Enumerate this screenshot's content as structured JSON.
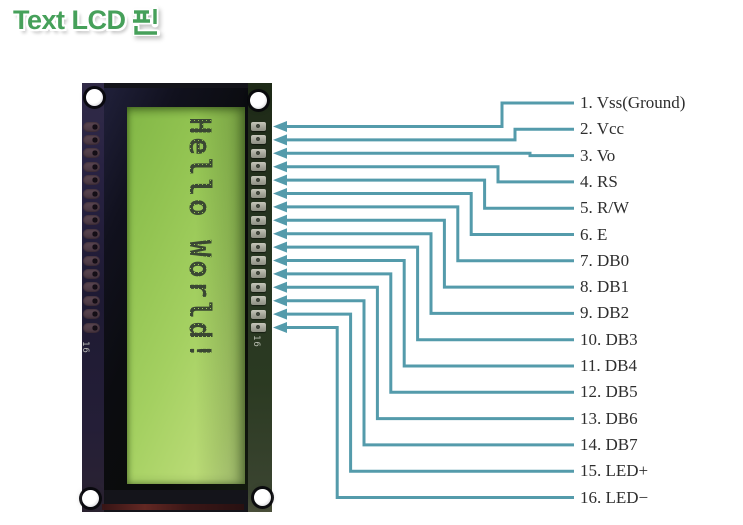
{
  "title": "Text LCD 핀",
  "title_latin": "Text LCD",
  "title_hangul": "핀",
  "lcd": {
    "screen_text": "Hello World!",
    "silkscreen_left": "16",
    "silkscreen_right": "16"
  },
  "pins": [
    {
      "num": "1",
      "name": "Vss(Ground)"
    },
    {
      "num": "2",
      "name": "Vcc"
    },
    {
      "num": "3",
      "name": "Vo"
    },
    {
      "num": "4",
      "name": "RS"
    },
    {
      "num": "5",
      "name": "R/W"
    },
    {
      "num": "6",
      "name": "E"
    },
    {
      "num": "7",
      "name": "DB0"
    },
    {
      "num": "8",
      "name": "DB1"
    },
    {
      "num": "9",
      "name": "DB2"
    },
    {
      "num": "10",
      "name": "DB3"
    },
    {
      "num": "11",
      "name": "DB4"
    },
    {
      "num": "12",
      "name": "DB5"
    },
    {
      "num": "13",
      "name": "DB6"
    },
    {
      "num": "14",
      "name": "DB7"
    },
    {
      "num": "15",
      "name": "LED+"
    },
    {
      "num": "16",
      "name": "LED−"
    }
  ],
  "colors": {
    "line_teal": "#549bab",
    "title_green": "#46a05a",
    "screen_green": "#a4d061",
    "label_text": "#2e2e2e"
  }
}
